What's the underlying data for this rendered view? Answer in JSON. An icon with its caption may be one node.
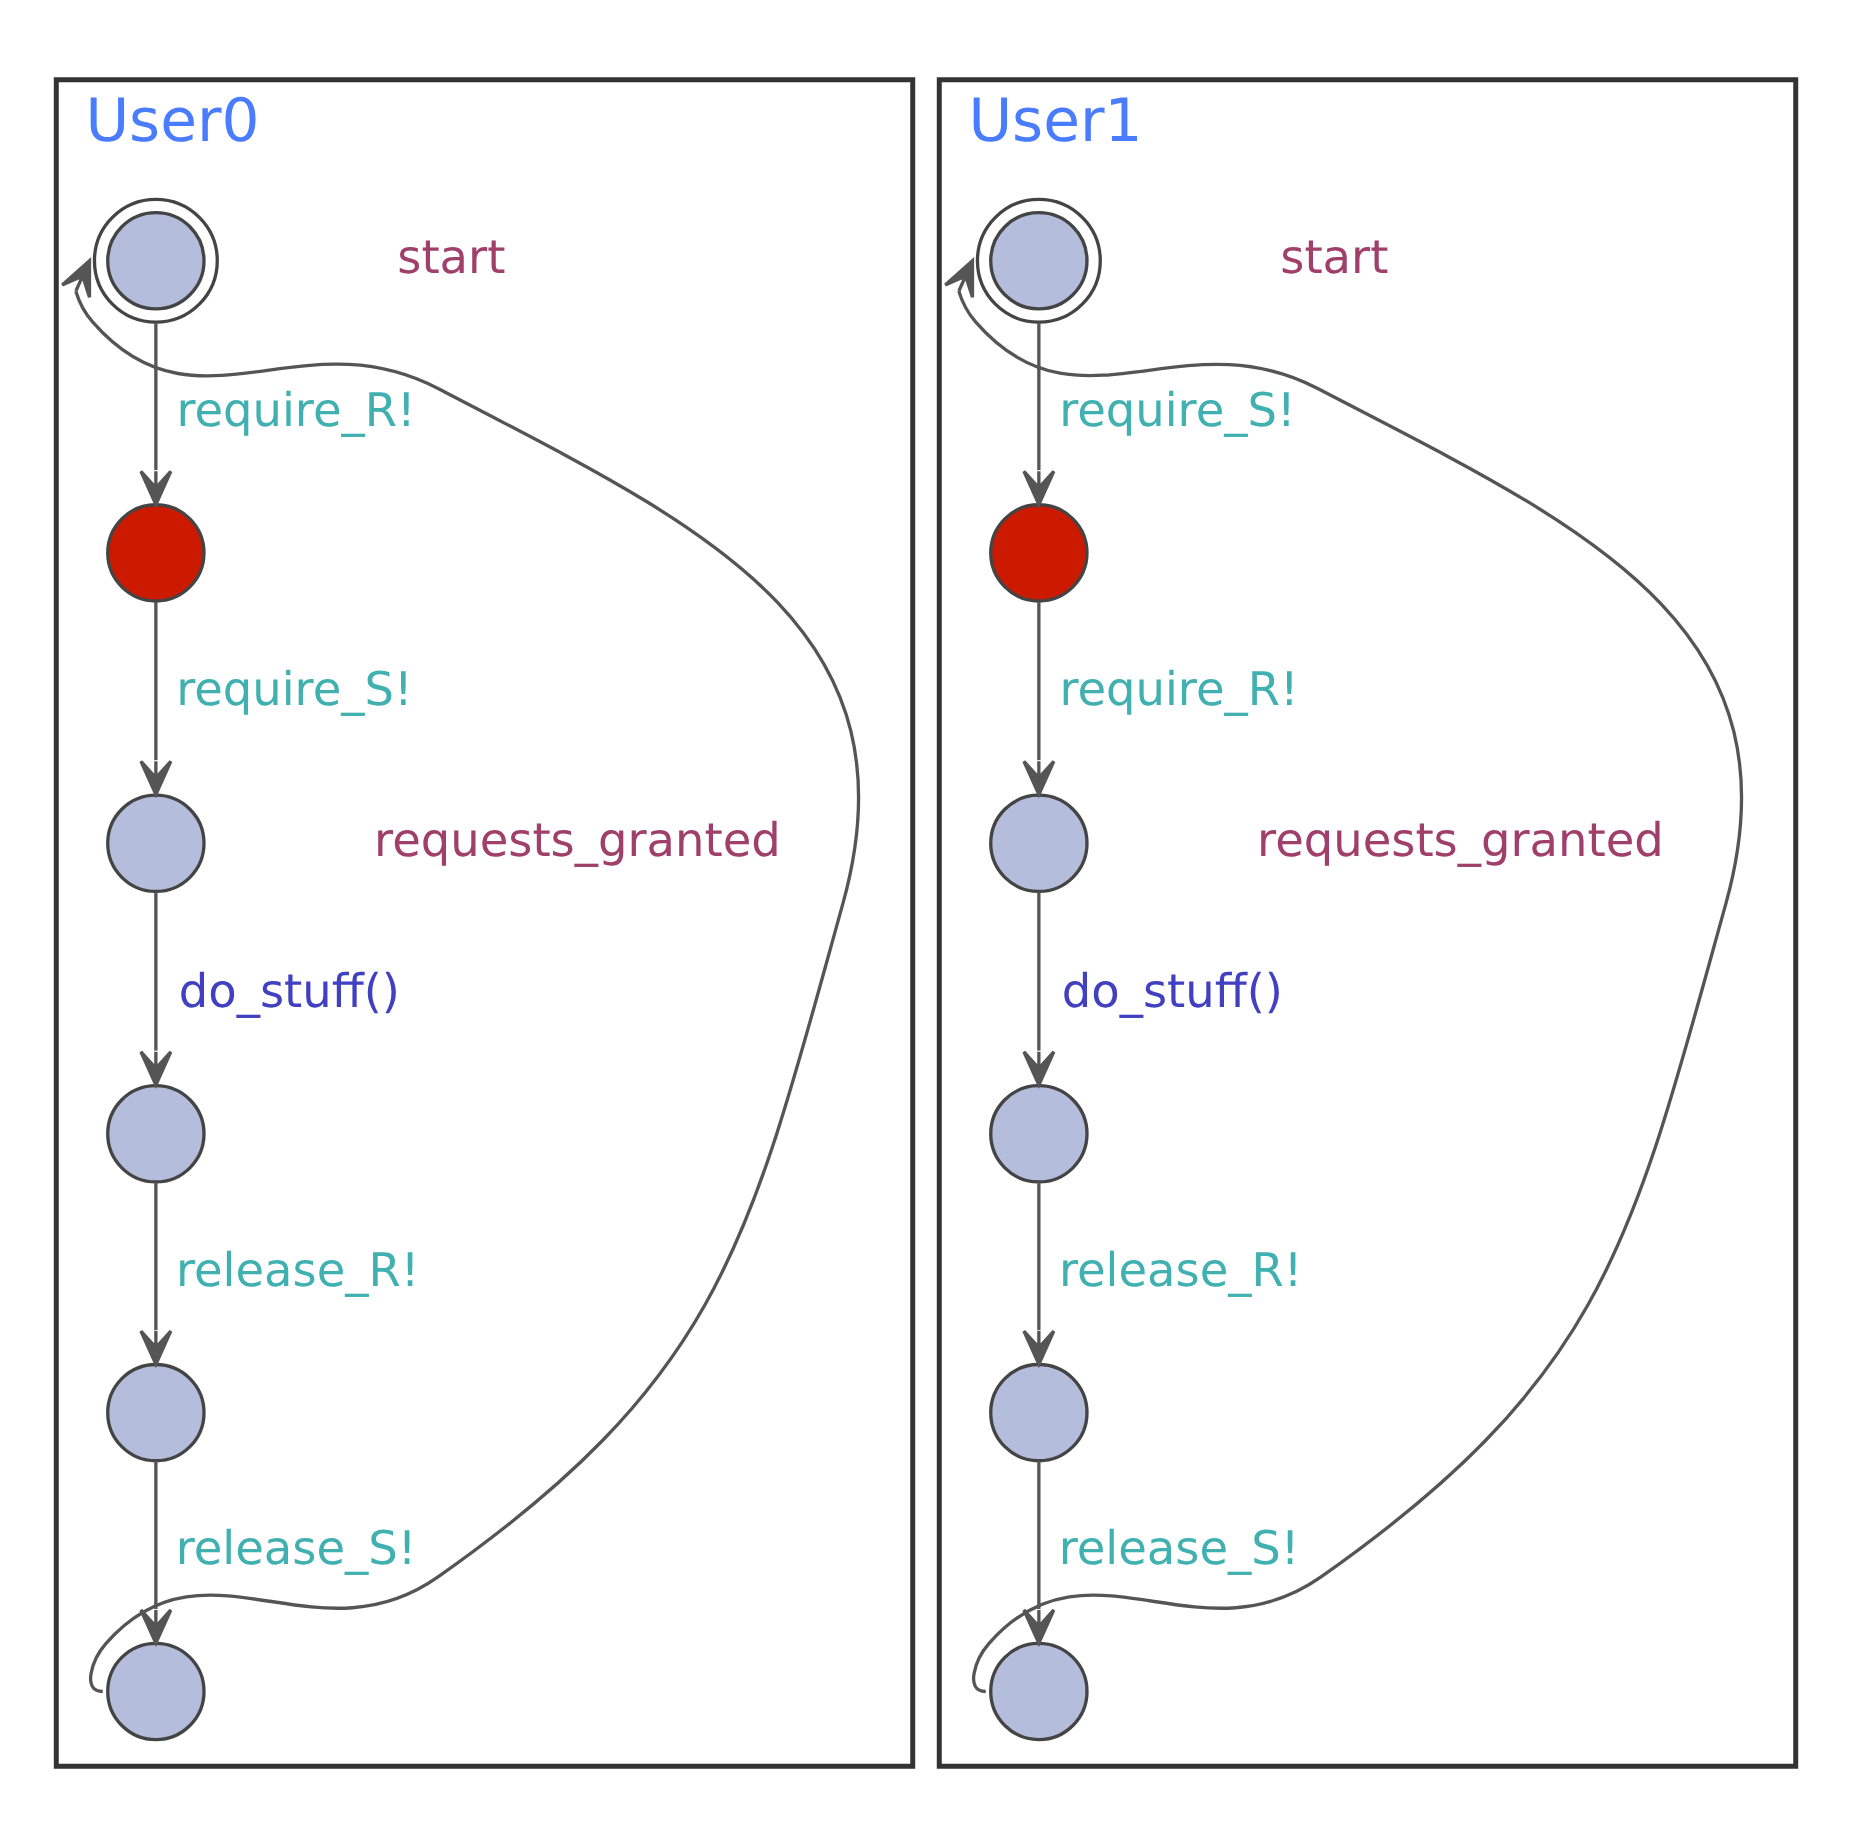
{
  "diagram": {
    "nodes": [
      {
        "text": [
          "User0"
        ]
      },
      {
        "text": [],
        "shape": "circle",
        "in": 0,
        "beside": [
          "start"
        ]
      },
      {
        "text": [],
        "shape": "circle",
        "in": 0
      },
      {
        "text": [],
        "shape": "circle",
        "in": 0,
        "beside": [
          "requests_granted"
        ]
      },
      {
        "text": [],
        "shape": "circle",
        "in": 0
      },
      {
        "text": [],
        "shape": "circle",
        "in": 0
      },
      {
        "text": [],
        "shape": "circle",
        "in": 0
      },
      {
        "text": [
          "User1"
        ]
      },
      {
        "text": [],
        "shape": "circle",
        "in": 7,
        "beside": [
          "start"
        ]
      },
      {
        "text": [],
        "shape": "circle",
        "in": 7
      },
      {
        "text": [],
        "shape": "circle",
        "in": 7,
        "beside": [
          "requests_granted"
        ]
      },
      {
        "text": [],
        "shape": "circle",
        "in": 7
      },
      {
        "text": [],
        "shape": "circle",
        "in": 7
      },
      {
        "text": [],
        "shape": "circle",
        "in": 7
      }
    ],
    "edges": [
      {
        "from": 1,
        "to": 2,
        "arrow": "to",
        "label": "require_R!"
      },
      {
        "from": 2,
        "to": 3,
        "arrow": "to",
        "label": "require_S!"
      },
      {
        "from": 3,
        "to": 4,
        "arrow": "to",
        "label": "do_stuff()"
      },
      {
        "from": 4,
        "to": 5,
        "arrow": "to",
        "label": "release_R!"
      },
      {
        "from": 5,
        "to": 6,
        "arrow": "to",
        "label": "release_S!"
      },
      {
        "from": 6,
        "to": 1,
        "arrow": "to"
      },
      {
        "from": 8,
        "to": 9,
        "arrow": "to",
        "label": "require_S!"
      },
      {
        "from": 9,
        "to": 10,
        "arrow": "to",
        "label": "require_R!"
      },
      {
        "from": 10,
        "to": 11,
        "arrow": "to",
        "label": "do_stuff()"
      },
      {
        "from": 11,
        "to": 12,
        "arrow": "to",
        "label": "release_R!"
      },
      {
        "from": 12,
        "to": 13,
        "arrow": "to",
        "label": "release_S!"
      },
      {
        "from": 13,
        "to": 8,
        "arrow": "to"
      }
    ]
  }
}
